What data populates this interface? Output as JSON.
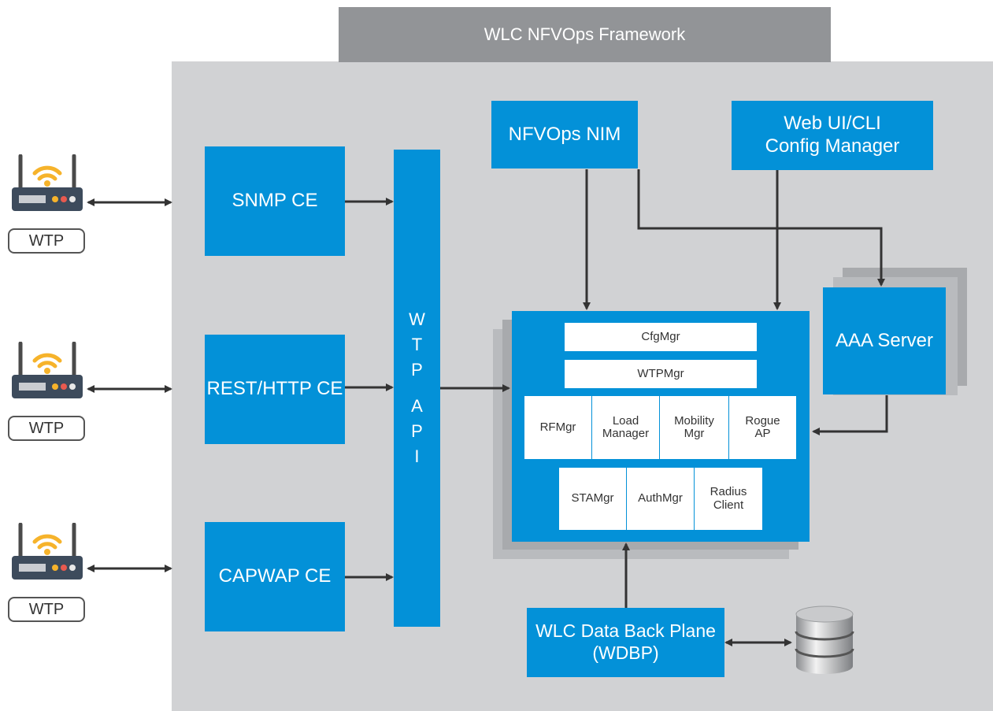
{
  "title": "WLC NFVOps Framework",
  "wtp_label": "WTP",
  "ce_boxes": {
    "snmp": "SNMP CE",
    "rest": "REST/HTTP CE",
    "capwap": "CAPWAP CE"
  },
  "wtp_api": {
    "letters": [
      "W",
      "T",
      "P",
      "A",
      "P",
      "I"
    ]
  },
  "nfvops_nim": "NFVOps NIM",
  "webui": {
    "line1": "Web UI/CLI",
    "line2": "Config Manager"
  },
  "aaa_server": "AAA Server",
  "core": {
    "cfgmgr": "CfgMgr",
    "wtpmgr": "WTPMgr",
    "rfmgr": "RFMgr",
    "load_manager": {
      "line1": "Load",
      "line2": "Manager"
    },
    "mobility_mgr": {
      "line1": "Mobility",
      "line2": "Mgr"
    },
    "rogue_ap": {
      "line1": "Rogue",
      "line2": "AP"
    },
    "stamgr": "STAMgr",
    "authmgr": "AuthMgr",
    "radius_client": {
      "line1": "Radius",
      "line2": "Client"
    }
  },
  "wdbp": {
    "line1": "WLC Data Back Plane",
    "line2": "(WDBP)"
  },
  "icons": [
    "wifi-router-icon",
    "database-icon"
  ],
  "colors": {
    "blue": "#0391d8",
    "framework_bg": "#d1d2d4",
    "title_bg": "#929497"
  }
}
